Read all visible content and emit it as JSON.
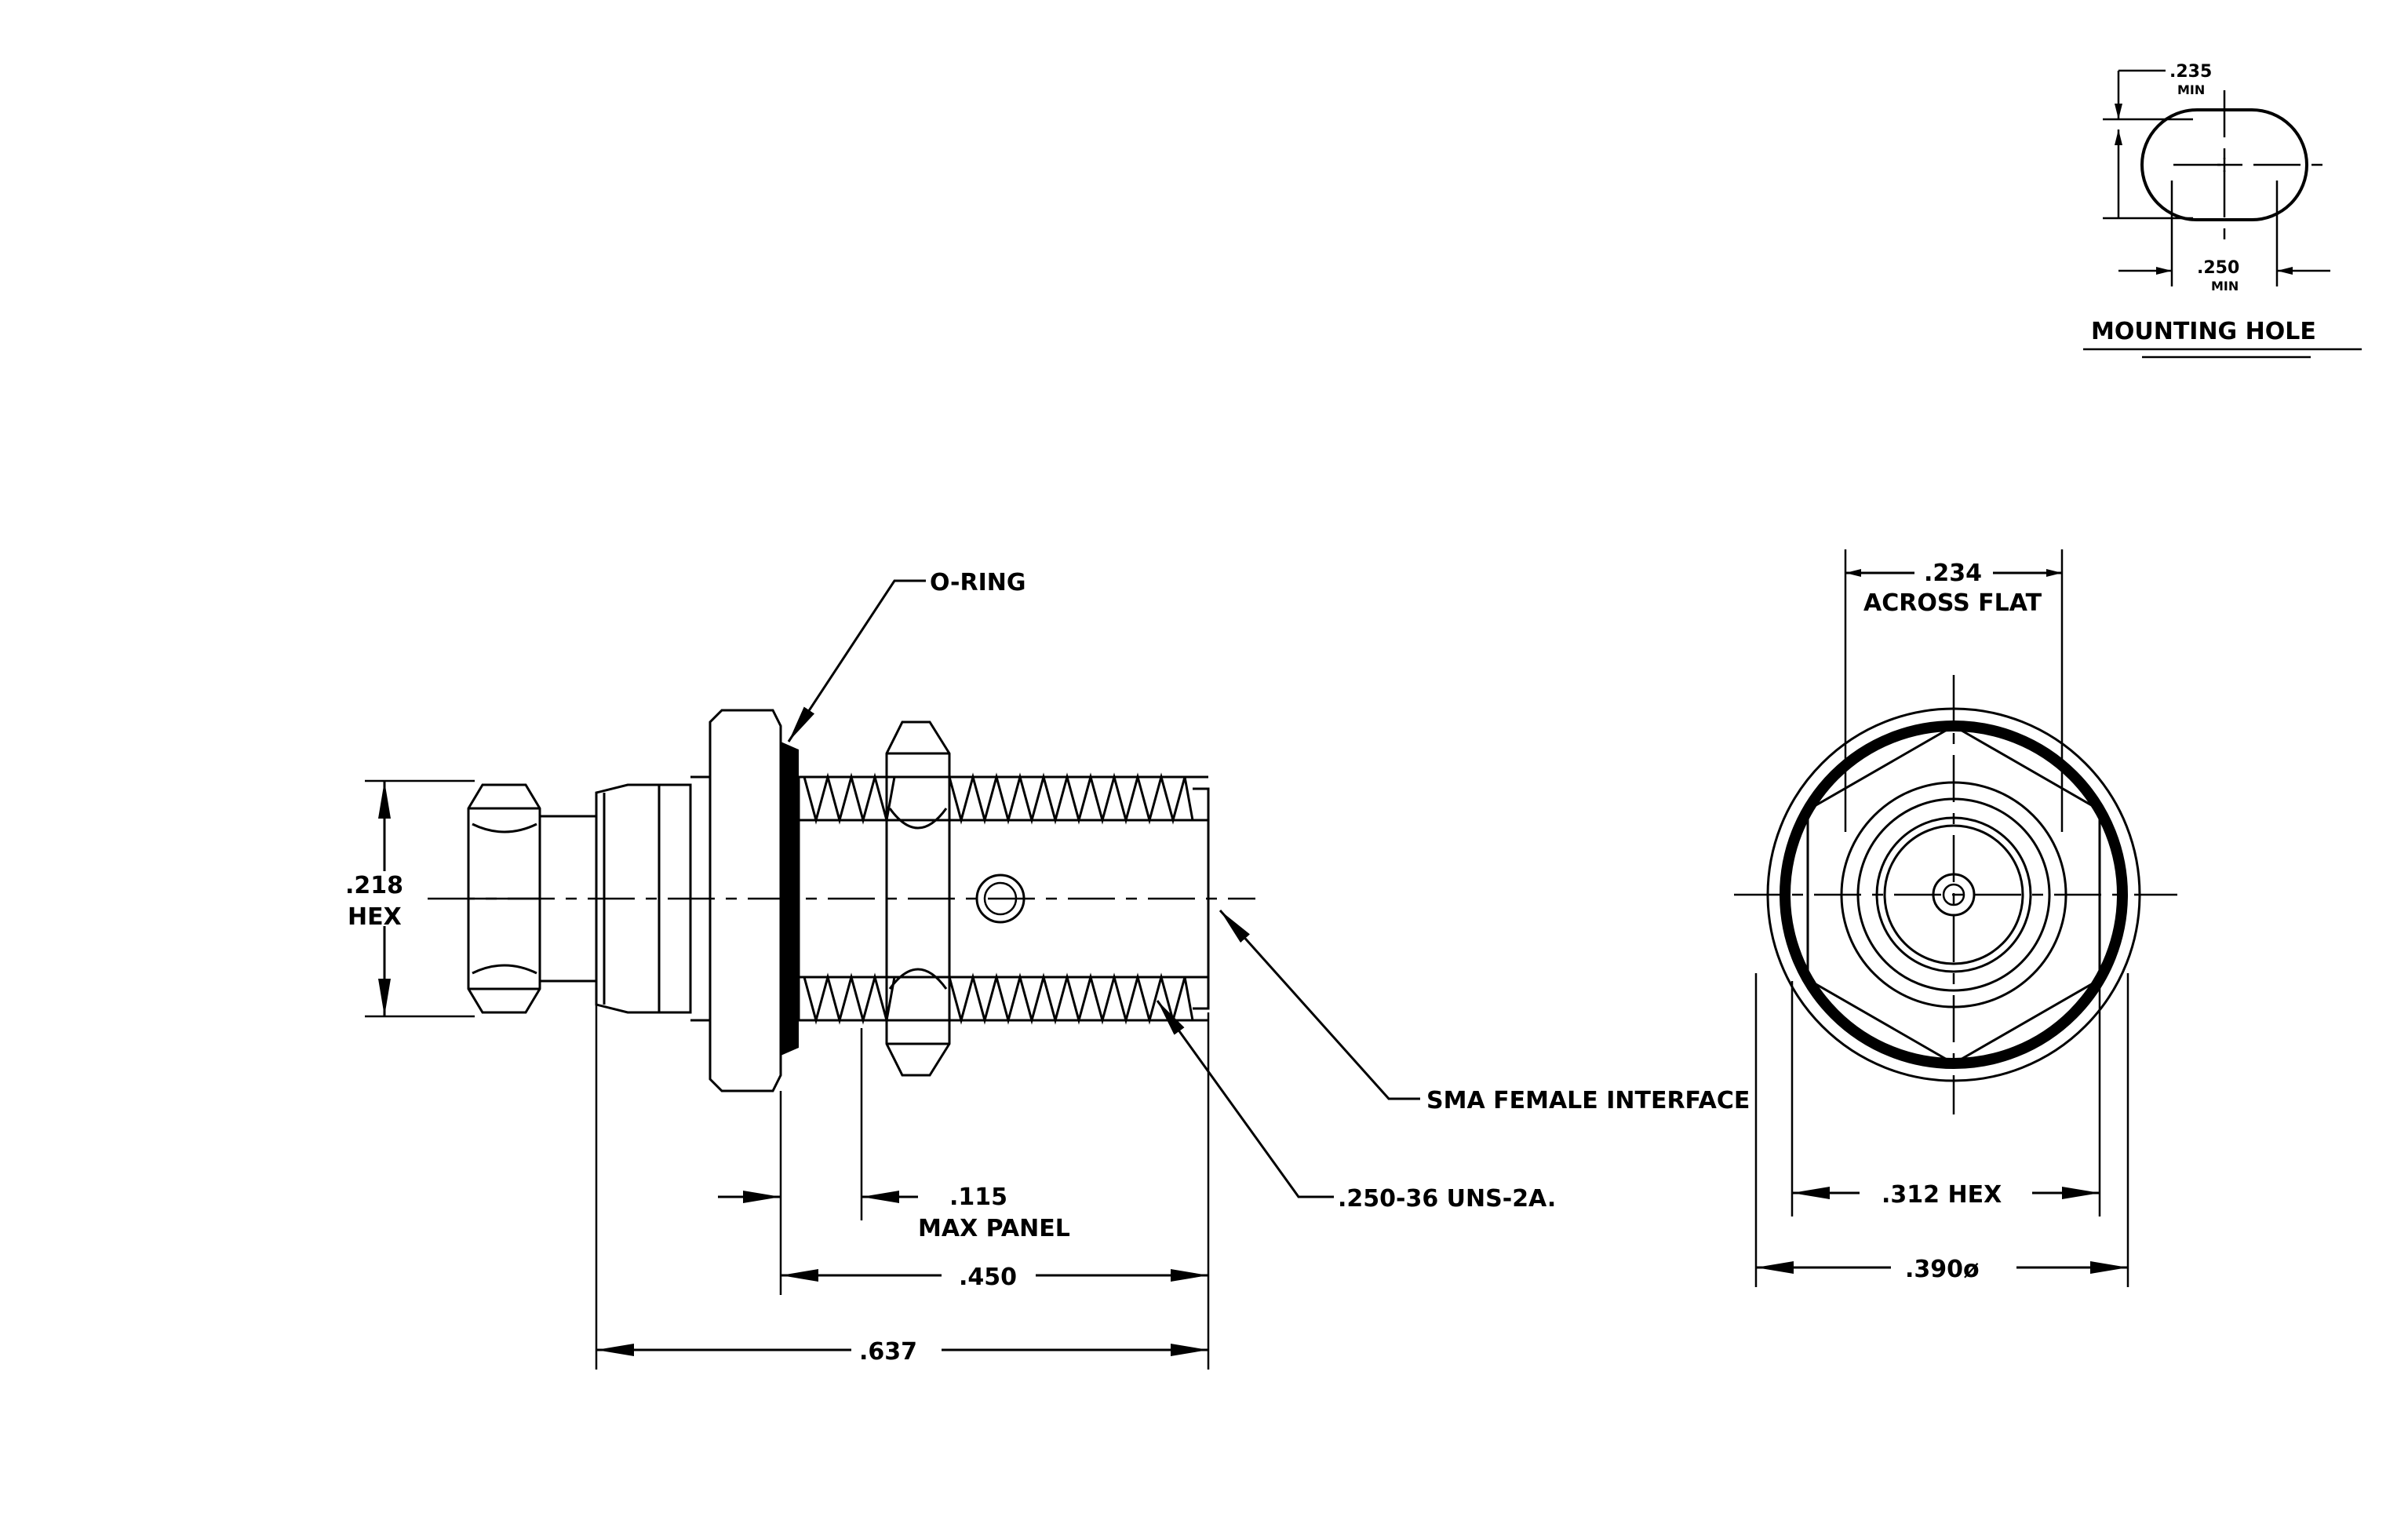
{
  "mounting_hole": {
    "title": "MOUNTING HOLE",
    "dim_vertical": ".235",
    "dim_vertical_note": "MIN",
    "dim_horizontal": ".250",
    "dim_horizontal_note": "MIN"
  },
  "side_view": {
    "callout_oring": "O-RING",
    "callout_interface": "SMA FEMALE INTERFACE",
    "callout_thread": ".250-36 UNS-2A.",
    "dim_hex": ".218",
    "dim_hex_note": "HEX",
    "dim_panel": ".115",
    "dim_panel_note": "MAX PANEL",
    "dim_body": ".450",
    "dim_overall": ".637"
  },
  "end_view": {
    "dim_flat": ".234",
    "dim_flat_note": "ACROSS FLAT",
    "dim_hex": ".312 HEX",
    "dim_dia": ".390ø"
  }
}
